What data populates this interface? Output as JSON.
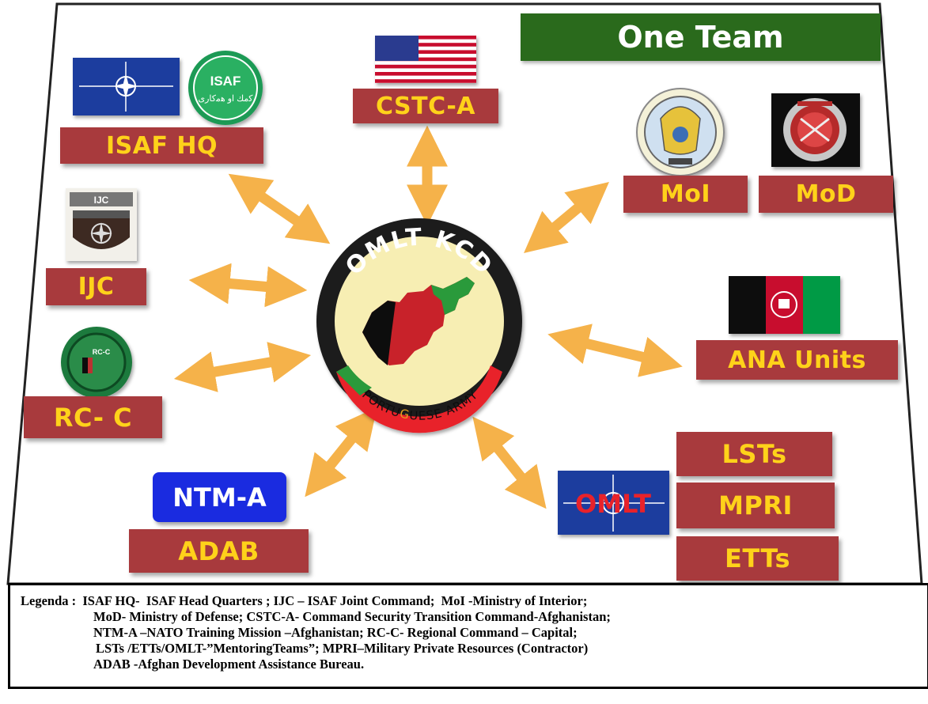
{
  "title": "One Team",
  "center": {
    "top_text": "OMLT KCD",
    "bottom_text_left": "PORTU",
    "bottom_text_g": "G",
    "bottom_text_right": "UESE ARMY"
  },
  "labels": {
    "isaf_hq": "ISAF HQ",
    "cstc_a": "CSTC-A",
    "moi": "MoI",
    "mod": "MoD",
    "ijc": "IJC",
    "ana_units": "ANA Units",
    "rc_c": "RC- C",
    "ntm_a": "NTM-A",
    "adab": "ADAB",
    "lsts": "LSTs",
    "mpri": "MPRI",
    "etts": "ETTs",
    "omlt": "OMLT"
  },
  "badges": {
    "isaf": "ISAF",
    "ijc": "IJC",
    "rc_c": "RC-C"
  },
  "legend": [
    "Legenda :  ISAF HQ-  ISAF Head Quarters ; IJC – ISAF Joint Command;  MoI -Ministry of Interior;",
    "MoD- Ministry of Defense; CSTC-A- Command Security Transition Command-Afghanistan;",
    "NTM-A –NATO Training Mission –Afghanistan; RC-C- Regional Command – Capital;",
    "LSTs /ETTs/OMLT-”MentoringTeams”; MPRI–Military Private Resources (Contractor)",
    "ADAB -Afghan Development Assistance Bureau."
  ],
  "colors": {
    "label_bg": "#a83a3d",
    "label_text": "#ffd21a",
    "title_bg": "#2a6a1c",
    "arrow": "#f5b24a",
    "ntm_bg": "#1a2be0"
  }
}
